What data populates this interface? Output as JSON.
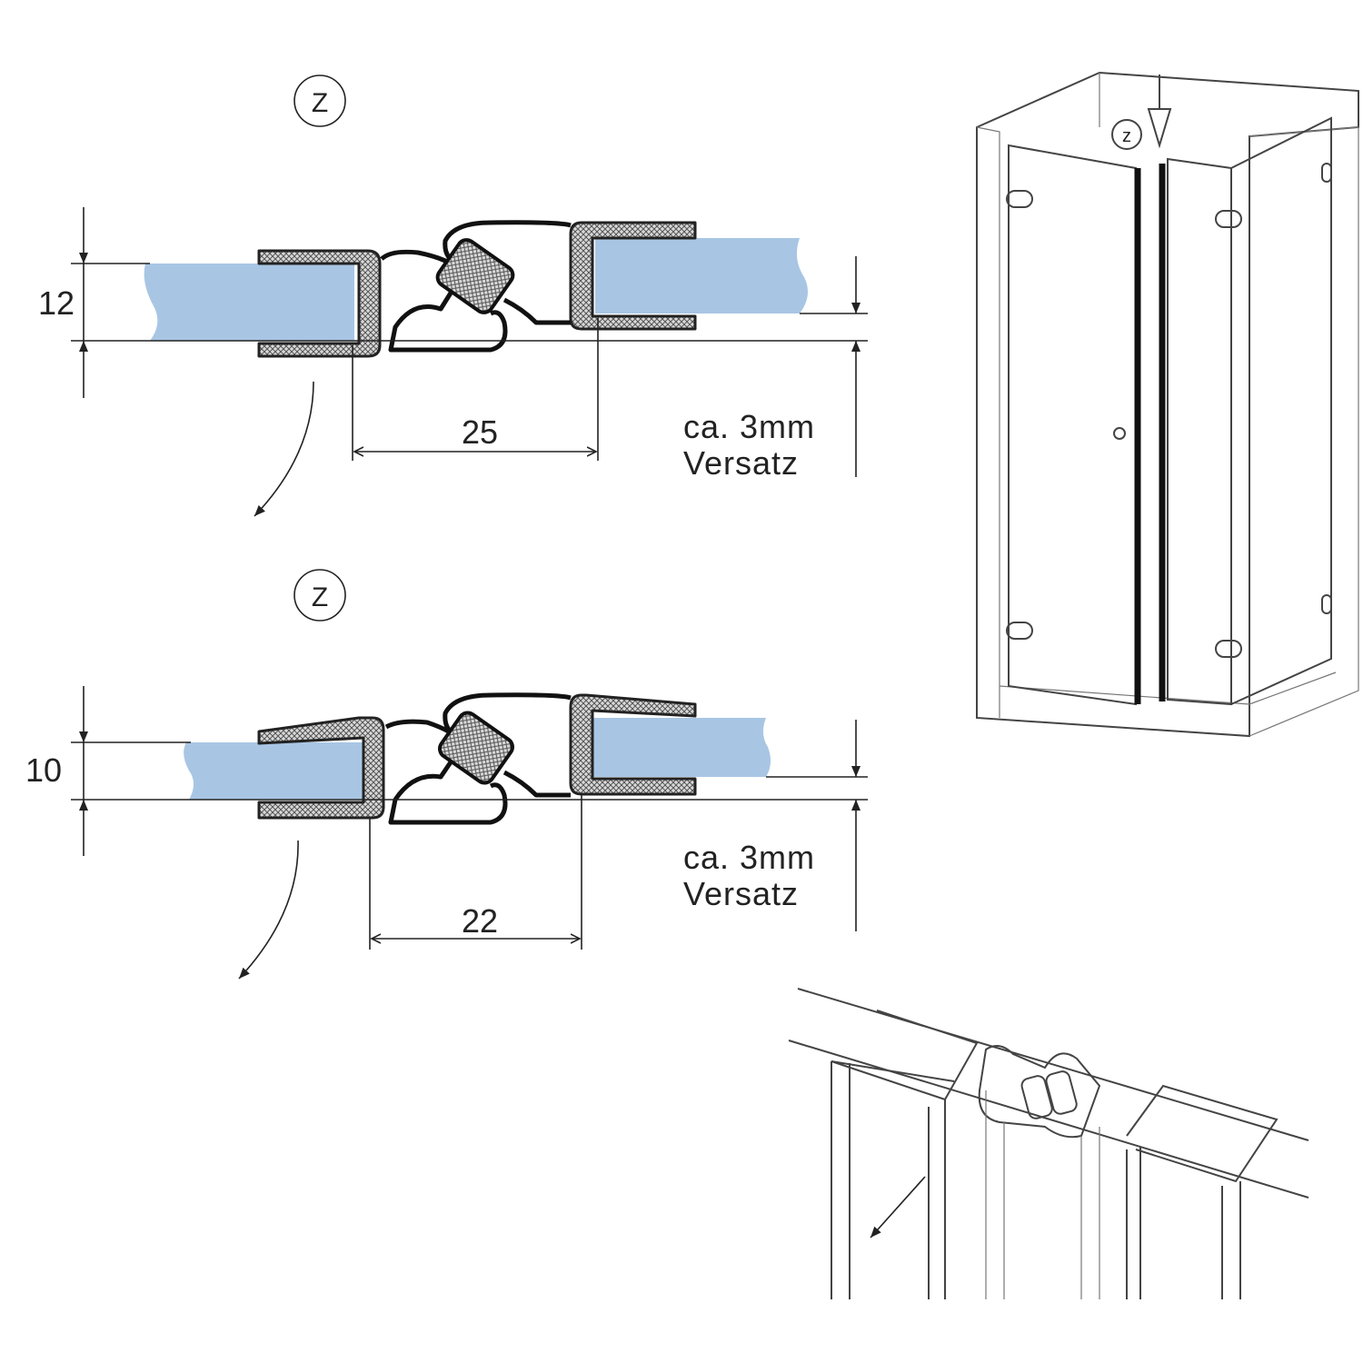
{
  "top_detail": {
    "marker": "Z",
    "glass_thickness": "12",
    "width": "25",
    "offset_line1": "ca. 3mm",
    "offset_line2": "Versatz"
  },
  "bottom_detail": {
    "marker": "Z",
    "glass_thickness": "10",
    "width": "22",
    "offset_line1": "ca. 3mm",
    "offset_line2": "Versatz"
  },
  "shower_view": {
    "marker": "z"
  },
  "colors": {
    "glass": "#a8c6e4",
    "line": "#222222"
  }
}
